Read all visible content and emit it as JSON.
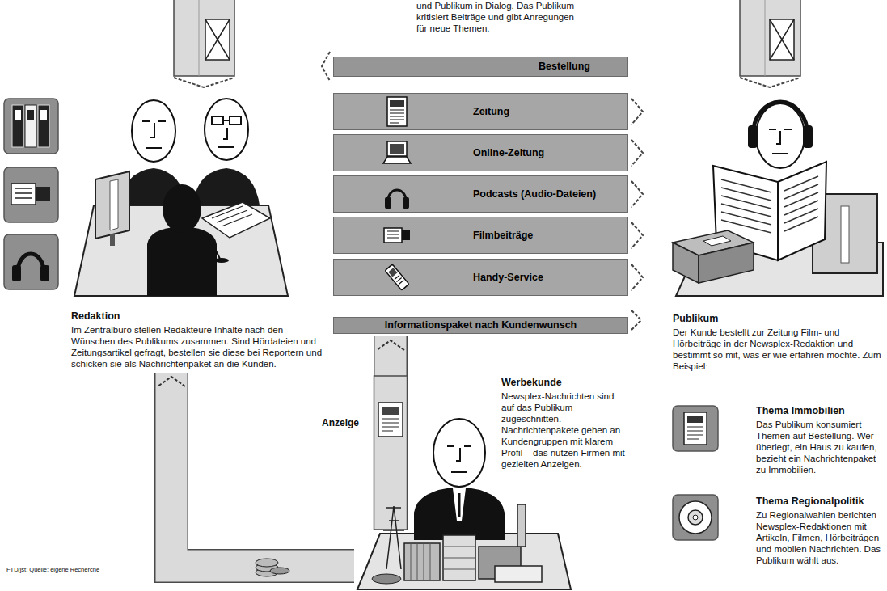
{
  "diagram": {
    "nodes": [
      {
        "text": [
          "Redaktion",
          "Im Zentralbüro stellen Redakteure Inhalte nach den Wünschen des Publikums zusammen. Sind Hördateien und Zeitungsartikel gefragt, bestellen sie diese bei Reportern und schicken sie als Nachrichtenpaket an die Kunden."
        ]
      },
      {
        "text": [
          "Bestellung"
        ]
      },
      {
        "text": [
          "Zeitung"
        ]
      },
      {
        "text": [
          "Online-Zeitung"
        ]
      },
      {
        "text": [
          "Podcasts (Audio-Dateien)"
        ]
      },
      {
        "text": [
          "Filmbeiträge"
        ]
      },
      {
        "text": [
          "Handy-Service"
        ]
      },
      {
        "text": [
          "Informationspaket nach Kundenwunsch"
        ]
      },
      {
        "text": [
          "Publikum",
          "Der Kunde bestellt zur Zeitung Film- und Hörbeiträge in der Newsplex-Redaktion und bestimmt so mit, was er wie erfahren möchte. Zum Beispiel:"
        ]
      },
      {
        "text": [
          "Werbekunde",
          "Newsplex-Nachrichten sind auf das Publikum zugeschnitten. Nachrichtenpakete gehen an Kundengruppen mit klarem Profil – das nutzen Firmen mit gezielten Anzeigen."
        ]
      },
      {
        "text": [
          "Thema Immobilien",
          "Das Publikum konsumiert Themen auf Bestellung. Wer überlegt, ein Haus zu kaufen, bezieht ein Nachrichtenpaket zu Immobilien."
        ]
      },
      {
        "text": [
          "Thema Regionalpolitik",
          "Zu Regionalwahlen berichten Newsplex-Redaktionen mit Artikeln, Filmen, Hörbeiträgen und mobilen Nachrichten. Das Publikum wählt aus."
        ]
      }
    ],
    "edges": [
      {
        "from": 9,
        "to": 7,
        "label": "Anzeige",
        "arrow": "to"
      },
      {
        "from": 9,
        "to": 0,
        "arrow": "to"
      }
    ],
    "labels": [
      "und Publikum in Dialog. Das Publikum kritisiert Beiträge und gibt Anregungen für neue Themen.",
      "FTD/jst; Quelle: eigene Recherche"
    ]
  }
}
